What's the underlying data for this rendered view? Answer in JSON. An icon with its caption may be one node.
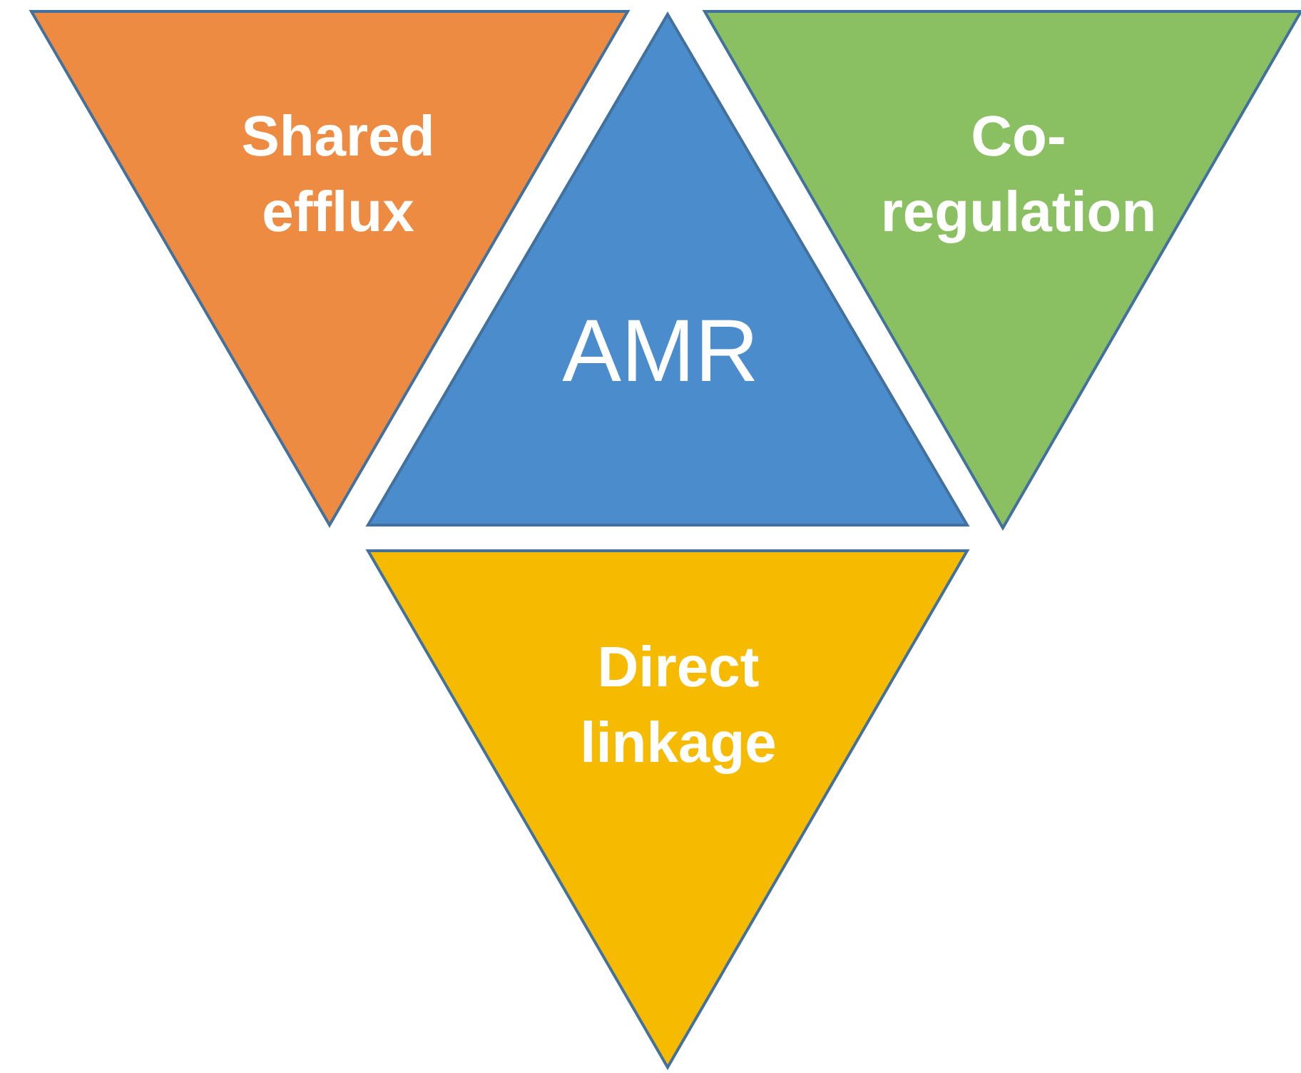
{
  "diagram": {
    "nodes": [
      {
        "text": [
          "Shared efflux"
        ]
      },
      {
        "text": [
          "AMR"
        ]
      },
      {
        "text": [
          "Co-regulation"
        ]
      },
      {
        "text": [
          "Direct linkage"
        ]
      }
    ]
  }
}
